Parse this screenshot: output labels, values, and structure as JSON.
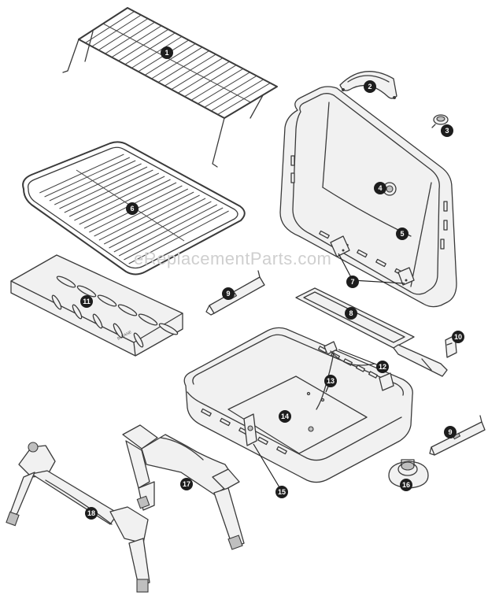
{
  "watermark": "eReplacementParts.com",
  "plate_marking": "BUTANE",
  "callouts": [
    {
      "id": "1",
      "label": "1"
    },
    {
      "id": "2",
      "label": "2"
    },
    {
      "id": "3",
      "label": "3"
    },
    {
      "id": "4",
      "label": "4"
    },
    {
      "id": "5",
      "label": "5"
    },
    {
      "id": "6",
      "label": "6"
    },
    {
      "id": "7",
      "label": "7"
    },
    {
      "id": "8",
      "label": "8"
    },
    {
      "id": "9a",
      "label": "9"
    },
    {
      "id": "9b",
      "label": "9"
    },
    {
      "id": "10",
      "label": "10"
    },
    {
      "id": "11",
      "label": "11"
    },
    {
      "id": "12",
      "label": "12"
    },
    {
      "id": "13",
      "label": "13"
    },
    {
      "id": "14",
      "label": "14"
    },
    {
      "id": "15",
      "label": "15"
    },
    {
      "id": "16",
      "label": "16"
    },
    {
      "id": "17",
      "label": "17"
    },
    {
      "id": "18",
      "label": "18"
    }
  ]
}
